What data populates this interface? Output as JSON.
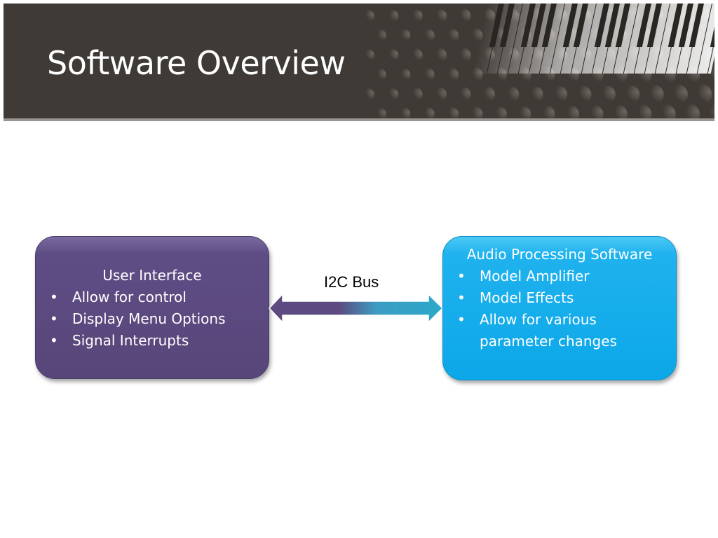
{
  "slide": {
    "title": "Software Overview"
  },
  "left_box": {
    "heading": "User Interface",
    "items": [
      "Allow for control",
      "Display Menu Options",
      "Signal Interrupts"
    ],
    "bullet": "•"
  },
  "right_box": {
    "heading": "Audio Processing Software",
    "items": [
      "Model Amplifier",
      "Model Effects",
      "Allow for various parameter changes"
    ],
    "bullet": "•"
  },
  "connector": {
    "label": "I2C Bus",
    "direction": "bidirectional"
  },
  "colors": {
    "title_bar": "#3f3a35",
    "left_box": "#5e4d85",
    "right_box": "#1fb2ee",
    "arrow_start": "#5d4a80",
    "arrow_end": "#2aa9c9"
  }
}
